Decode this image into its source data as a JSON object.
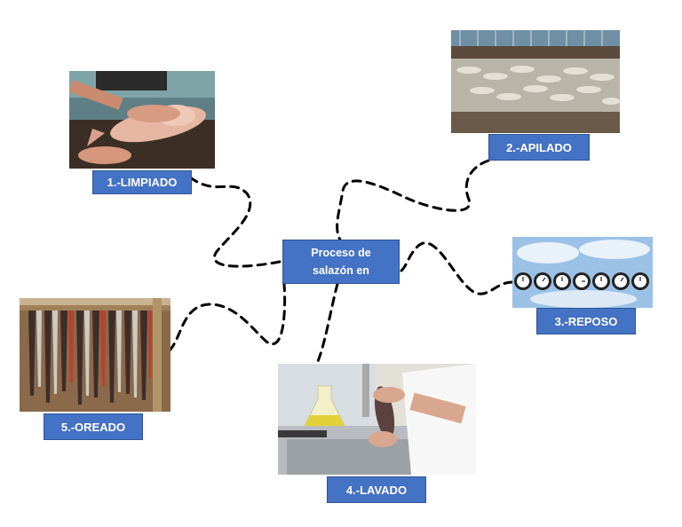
{
  "center": {
    "line1": "Proceso de",
    "line2": "salazón en"
  },
  "steps": [
    {
      "id": "limpiado",
      "label": "1.-LIMPIADO",
      "image": "hands-cleaning-fish-photo"
    },
    {
      "id": "apilado",
      "label": "2.-APILADO",
      "image": "stacked-salted-fish-photo"
    },
    {
      "id": "reposo",
      "label": "3.-REPOSO",
      "image": "row-of-alarm-clocks-photo"
    },
    {
      "id": "lavado",
      "label": "4.-LAVADO",
      "image": "washing-fish-in-sink-photo"
    },
    {
      "id": "oreado",
      "label": "5.-OREADO",
      "image": "fish-hanging-to-dry-photo"
    }
  ],
  "colors": {
    "label_bg": "#4472c4",
    "label_text": "#ffffff",
    "connector": "#000000"
  }
}
